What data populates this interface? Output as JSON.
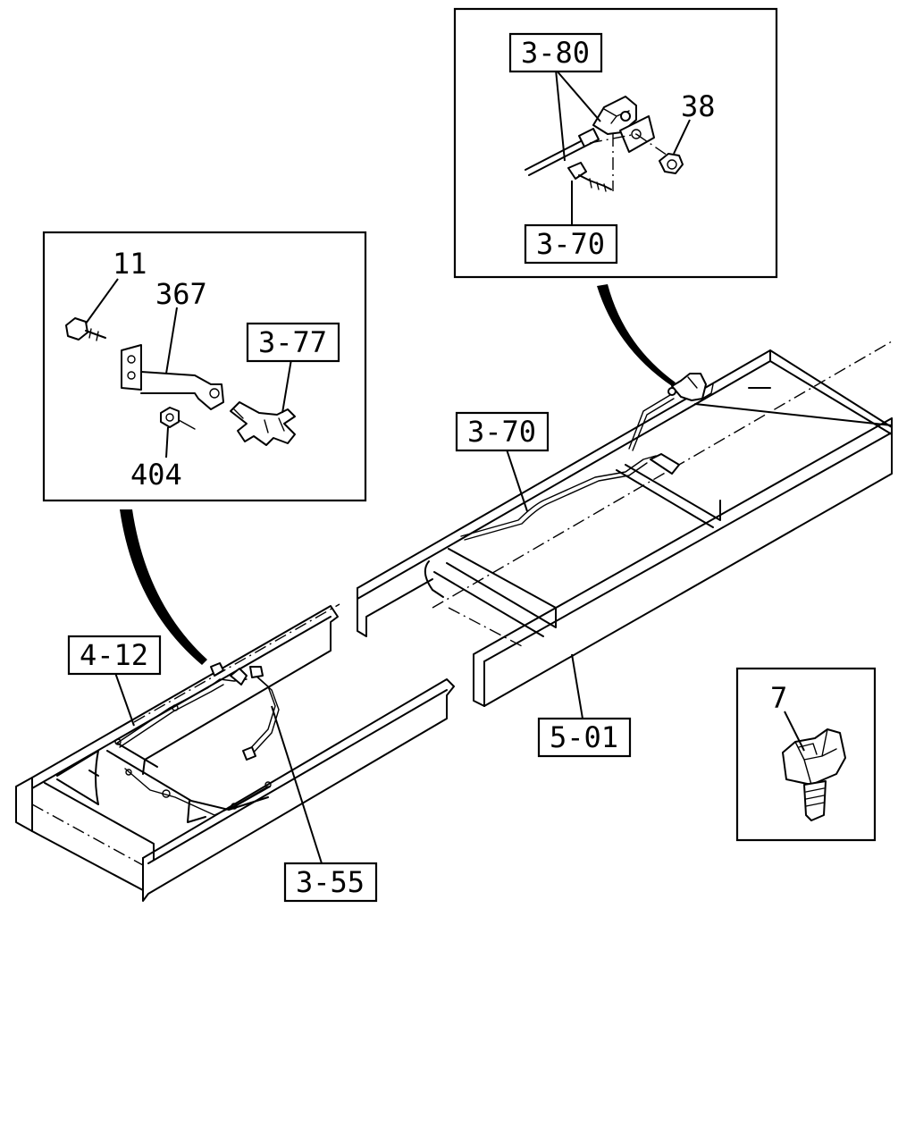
{
  "labels": {
    "l_3_80": "3-80",
    "l_38": "38",
    "l_3_70_top": "3-70",
    "l_11": "11",
    "l_367": "367",
    "l_3_77": "3-77",
    "l_404": "404",
    "l_3_70_mid": "3-70",
    "l_4_12": "4-12",
    "l_5_01": "5-01",
    "l_7": "7",
    "l_3_55": "3-55"
  }
}
